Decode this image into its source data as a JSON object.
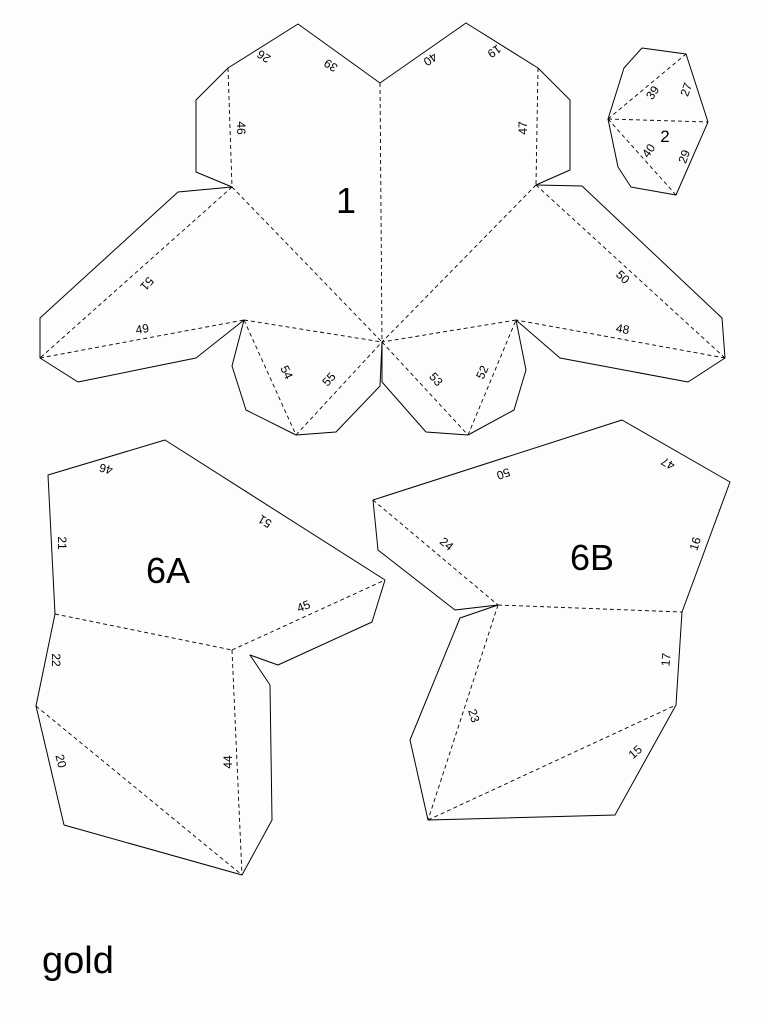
{
  "pieces": {
    "p1": {
      "id": "1",
      "labels": [
        "26",
        "39",
        "40",
        "19",
        "46",
        "47",
        "51",
        "50",
        "49",
        "48",
        "54",
        "55",
        "53",
        "52"
      ]
    },
    "p2": {
      "id": "2",
      "labels": [
        "39",
        "27",
        "40",
        "29"
      ]
    },
    "p6a": {
      "id": "6A",
      "labels": [
        "46",
        "51",
        "21",
        "45",
        "22",
        "20",
        "44"
      ]
    },
    "p6b": {
      "id": "6B",
      "labels": [
        "50",
        "47",
        "24",
        "16",
        "17",
        "23",
        "15"
      ]
    }
  },
  "color_label": "gold"
}
